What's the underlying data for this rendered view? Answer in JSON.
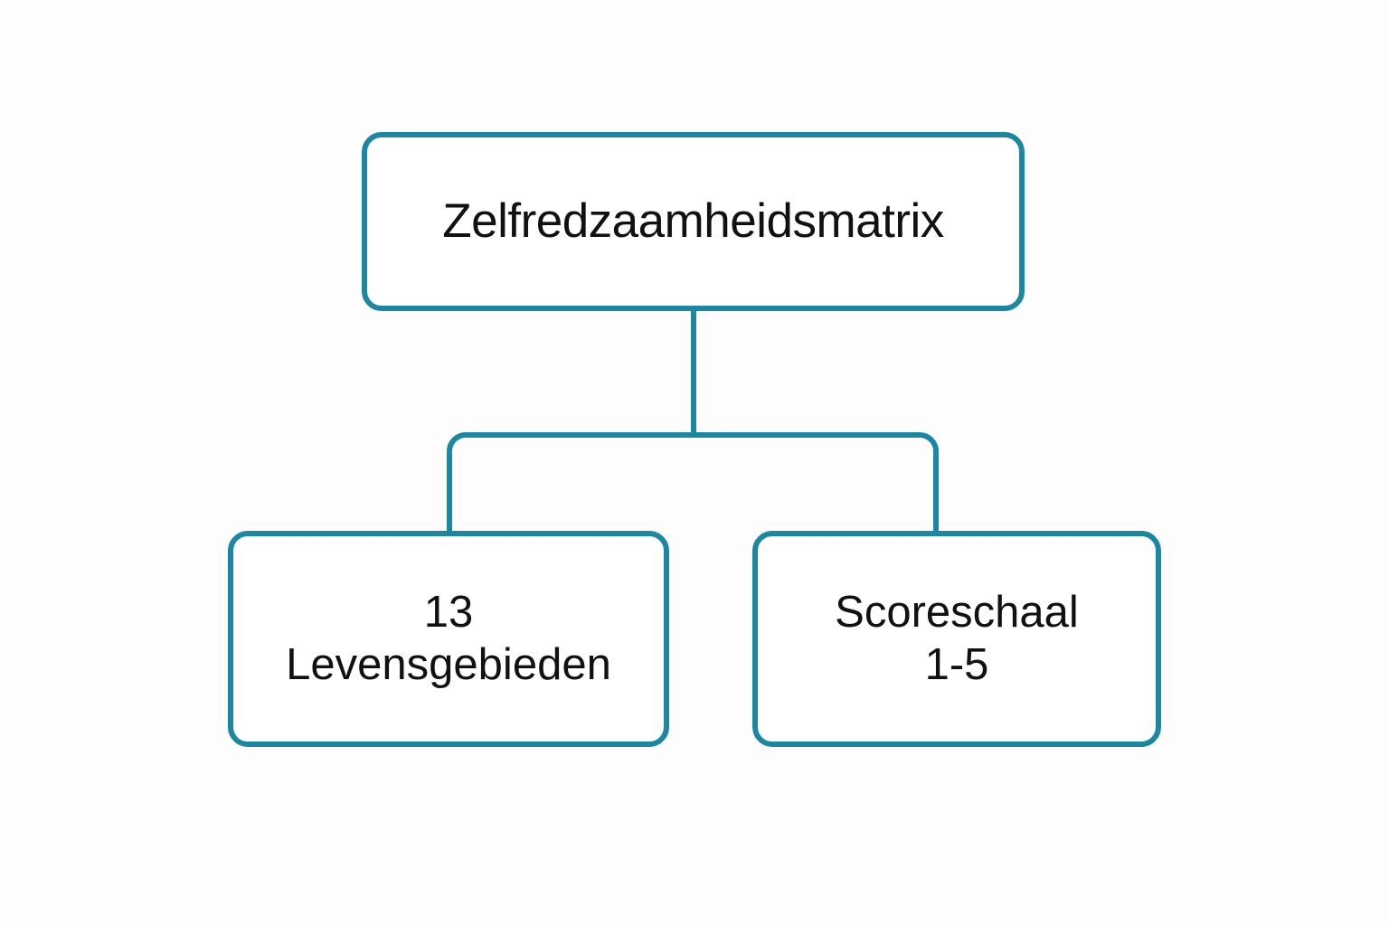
{
  "diagram": {
    "title": "Zelfredzaamheidsmatrix",
    "type": "hierarchy-tree",
    "orientation": "top-down",
    "background_color": "#fdfdfd",
    "accent_color": "#1b87a3",
    "text_color": "#111111",
    "nodes": [
      {
        "id": "root",
        "label": "Zelfredzaamheidsmatrix",
        "level": 0,
        "shape": "rounded-rectangle",
        "fill": "#ffffff",
        "stroke": "#1b87a3"
      },
      {
        "id": "child-left",
        "label": "13\nLevensgebieden",
        "line1": "13",
        "line2": "Levensgebieden",
        "level": 1,
        "shape": "rounded-rectangle",
        "fill": "#ffffff",
        "stroke": "#1b87a3"
      },
      {
        "id": "child-right",
        "label": "Scoreschaal\n1-5",
        "line1": "Scoreschaal",
        "line2": "1-5",
        "level": 1,
        "shape": "rounded-rectangle",
        "fill": "#ffffff",
        "stroke": "#1b87a3"
      }
    ],
    "edges": [
      {
        "from": "root",
        "to": "child-left",
        "style": "orthogonal-elbow",
        "color": "#1b87a3"
      },
      {
        "from": "root",
        "to": "child-right",
        "style": "orthogonal-elbow",
        "color": "#1b87a3"
      }
    ]
  }
}
